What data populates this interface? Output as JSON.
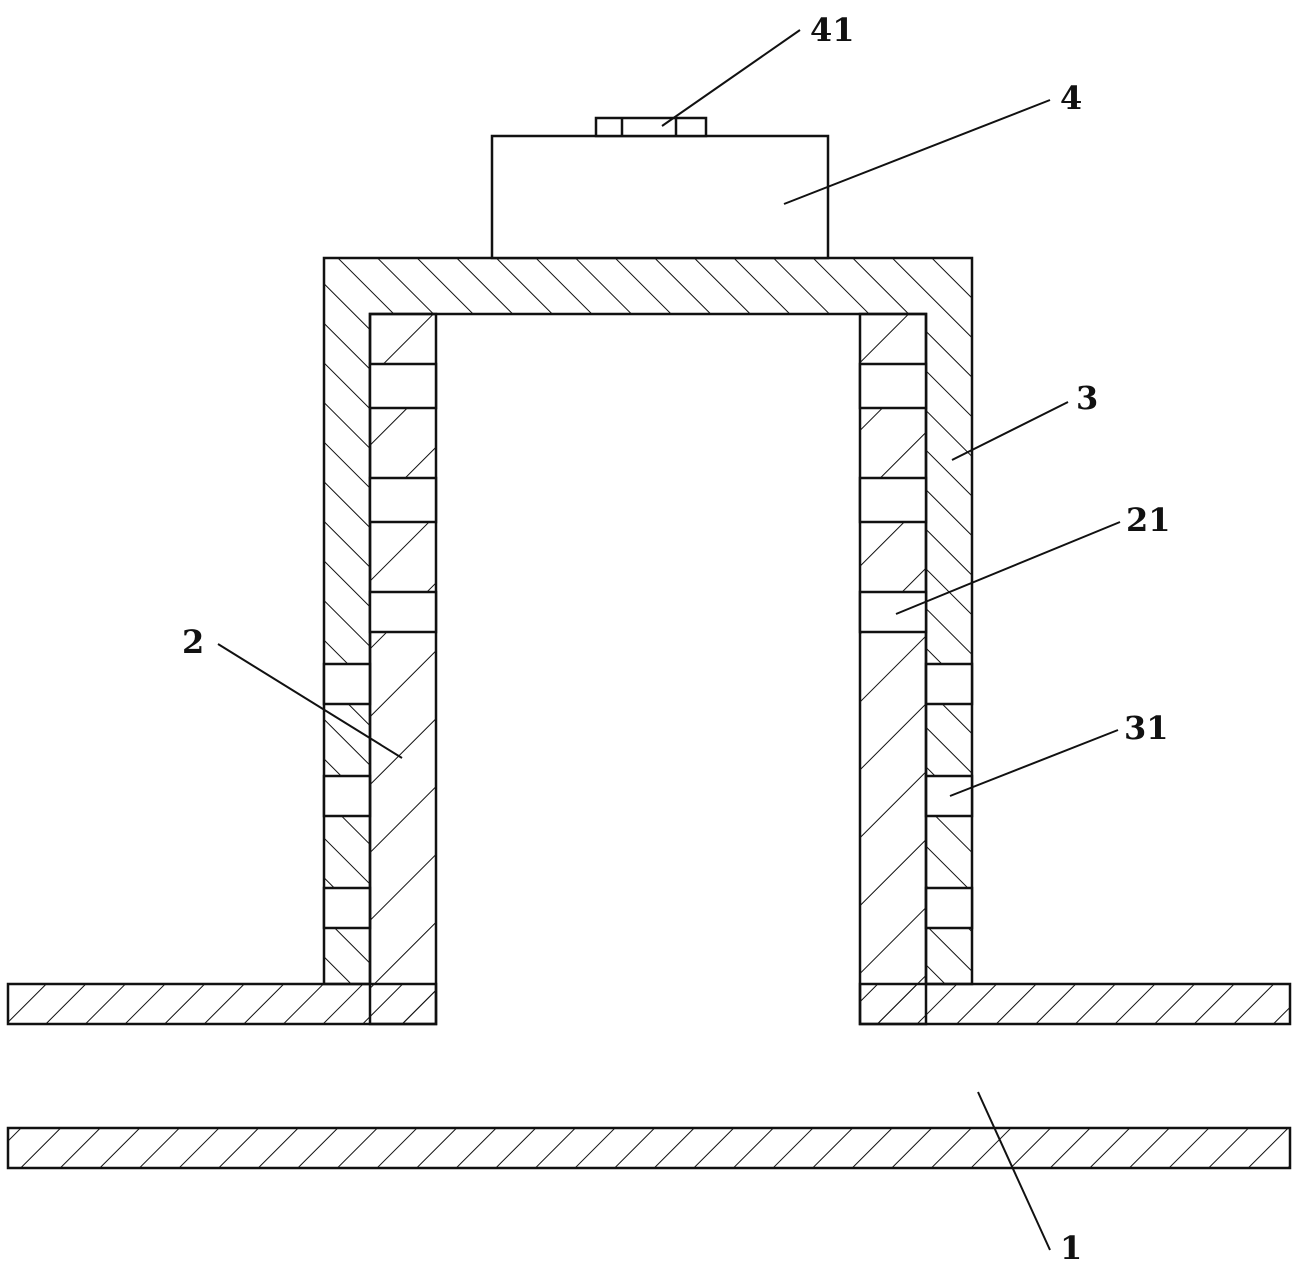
{
  "colors": {
    "ink": "#111111",
    "paper": "#ffffff"
  },
  "labels": {
    "l41": "41",
    "l4": "4",
    "l3": "3",
    "l21": "21",
    "l2": "2",
    "l31": "31",
    "l1": "1"
  }
}
